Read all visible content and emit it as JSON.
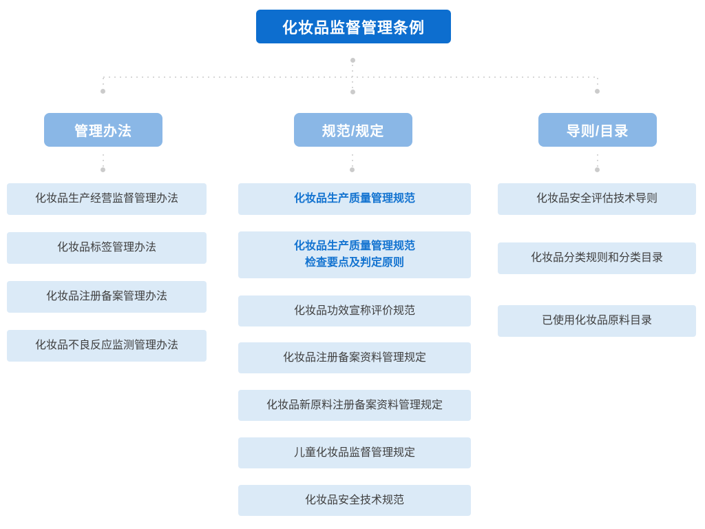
{
  "root": {
    "label": "化妆品监督管理条例"
  },
  "colors": {
    "root_bg": "#0d6ecf",
    "header_bg": "#8ab7e6",
    "item_bg": "#dbeaf7",
    "item_text": "#3f3f3f",
    "highlight_text": "#1373d0",
    "connector": "#d6d6d6"
  },
  "columns": [
    {
      "header": "管理办法",
      "items": [
        {
          "text": "化妆品生产经营监督管理办法"
        },
        {
          "text": "化妆品标签管理办法"
        },
        {
          "text": "化妆品注册备案管理办法"
        },
        {
          "text": "化妆品不良反应监测管理办法"
        }
      ]
    },
    {
      "header": "规范/规定",
      "items": [
        {
          "text": "化妆品生产质量管理规范",
          "highlight": true
        },
        {
          "text": "化妆品生产质量管理规范\n检查要点及判定原则",
          "highlight": true
        },
        {
          "text": "化妆品功效宣称评价规范"
        },
        {
          "text": "化妆品注册备案资料管理规定"
        },
        {
          "text": "化妆品新原料注册备案资料管理规定"
        },
        {
          "text": "儿童化妆品监督管理规定"
        },
        {
          "text": "化妆品安全技术规范"
        }
      ]
    },
    {
      "header": "导则/目录",
      "items": [
        {
          "text": "化妆品安全评估技术导则"
        },
        {
          "text": "化妆品分类规则和分类目录"
        },
        {
          "text": "已使用化妆品原料目录"
        }
      ]
    }
  ]
}
